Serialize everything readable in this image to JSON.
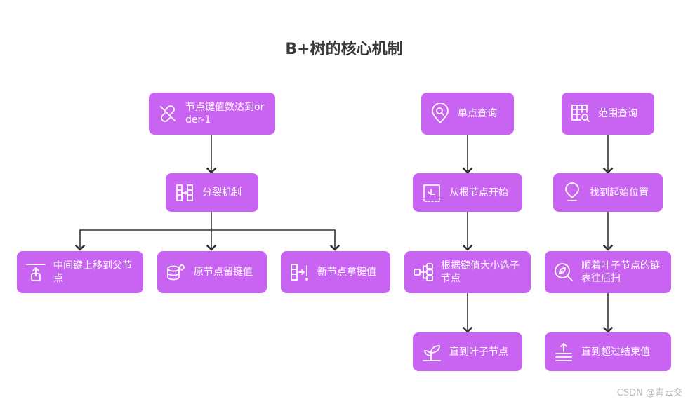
{
  "title": "B+树的核心机制",
  "watermark": "CSDN @青云交",
  "colors": {
    "node": "#c964f2",
    "edge": "#333333",
    "text": "#ffffff"
  },
  "nodes": {
    "reach_order": {
      "label": "节点键值数达到order-1",
      "icon": "broken-link-icon"
    },
    "split": {
      "label": "分裂机制",
      "icon": "split-columns-icon"
    },
    "move_up": {
      "label": "中间键上移到父节点",
      "icon": "upload-icon"
    },
    "keep": {
      "label": "原节点留键值",
      "icon": "database-gear-icon"
    },
    "new_node": {
      "label": "新节点拿键值",
      "icon": "column-arrow-icon"
    },
    "point_query": {
      "label": "单点查询",
      "icon": "location-search-icon"
    },
    "from_root": {
      "label": "从根节点开始",
      "icon": "chart-dashed-icon"
    },
    "choose_child": {
      "label": "根据键值大小选子节点",
      "icon": "hierarchy-icon"
    },
    "to_leaf": {
      "label": "直到叶子节点",
      "icon": "plant-icon"
    },
    "range_query": {
      "label": "范围查询",
      "icon": "table-search-icon"
    },
    "find_start": {
      "label": "找到起始位置",
      "icon": "map-pin-icon"
    },
    "scan_leaves": {
      "label": "顺着叶子节点的链表往后扫",
      "icon": "leaf-search-icon"
    },
    "to_end": {
      "label": "直到超过结束值",
      "icon": "upload-lines-icon"
    }
  }
}
